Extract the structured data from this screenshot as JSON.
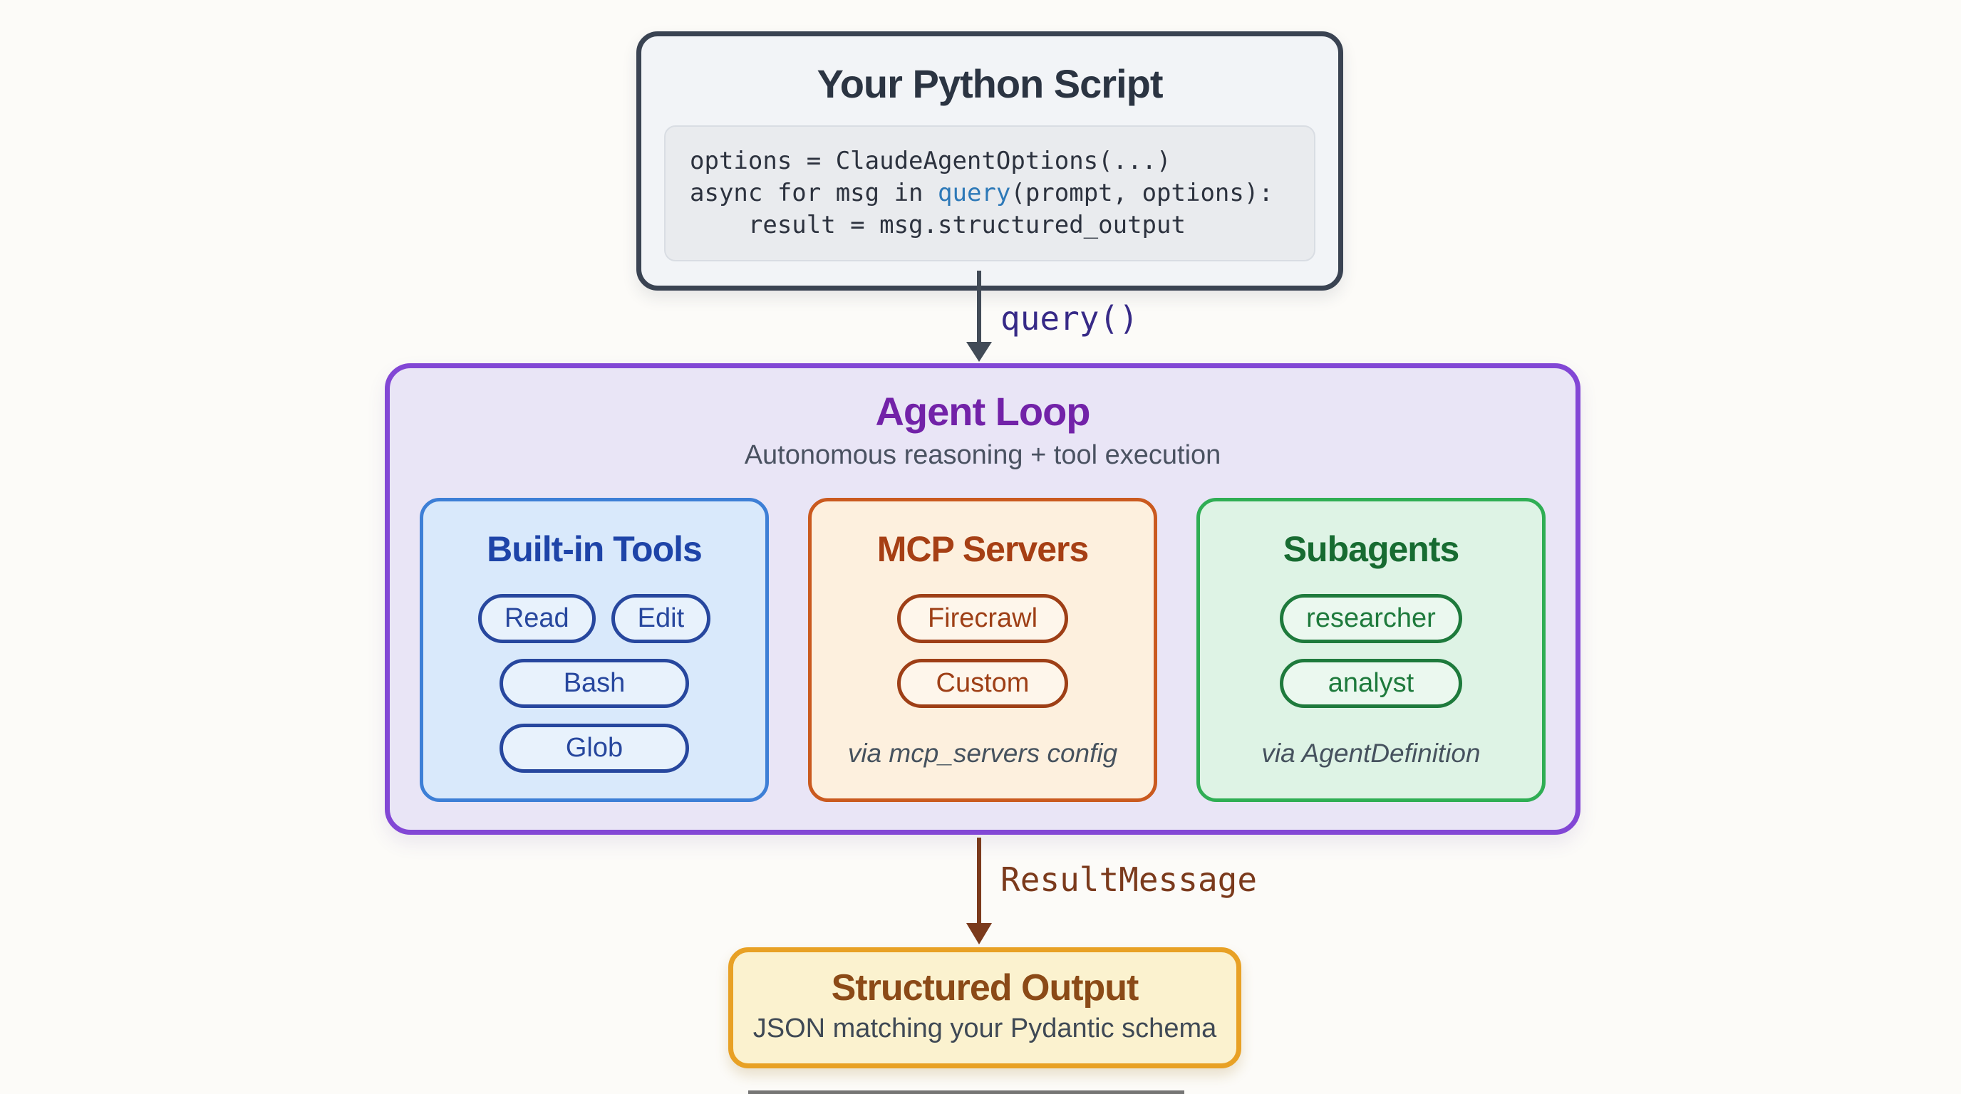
{
  "script_box": {
    "title": "Your Python Script",
    "code": {
      "line1": "options = ClaudeAgentOptions(...)",
      "line2_pre": "async for msg in ",
      "line2_fn": "query",
      "line2_post": "(prompt, options):",
      "line3": "    result = msg.structured_output"
    }
  },
  "arrows": {
    "query_label": "query()",
    "result_label": "ResultMessage"
  },
  "agent_loop": {
    "title": "Agent Loop",
    "subtitle": "Autonomous reasoning + tool execution",
    "columns": [
      {
        "title": "Built-in Tools",
        "pills": [
          "Read",
          "Edit",
          "Bash",
          "Glob"
        ]
      },
      {
        "title": "MCP Servers",
        "pills": [
          "Firecrawl",
          "Custom"
        ],
        "caption": "via mcp_servers config"
      },
      {
        "title": "Subagents",
        "pills": [
          "researcher",
          "analyst"
        ],
        "caption": "via AgentDefinition"
      }
    ]
  },
  "output_box": {
    "title": "Structured Output",
    "subtitle": "JSON matching your Pydantic schema"
  },
  "colors": {
    "script_border": "#3a4352",
    "code_fn_blue": "#2d79b8",
    "query_label_indigo": "#372a87",
    "agent_loop_border_purple": "#8247d5",
    "agent_loop_title_purple": "#7222a8",
    "builtin_border_blue": "#3d7fd6",
    "builtin_text_blue": "#1e44a8",
    "mcp_border_orange": "#ca5a1f",
    "mcp_text_rust": "#a63f14",
    "subagents_border_green": "#2fae54",
    "subagents_text_green": "#176b31",
    "result_brown": "#7b3a1c",
    "output_border_amber": "#e8a125",
    "output_title_brown": "#8b4a17"
  }
}
